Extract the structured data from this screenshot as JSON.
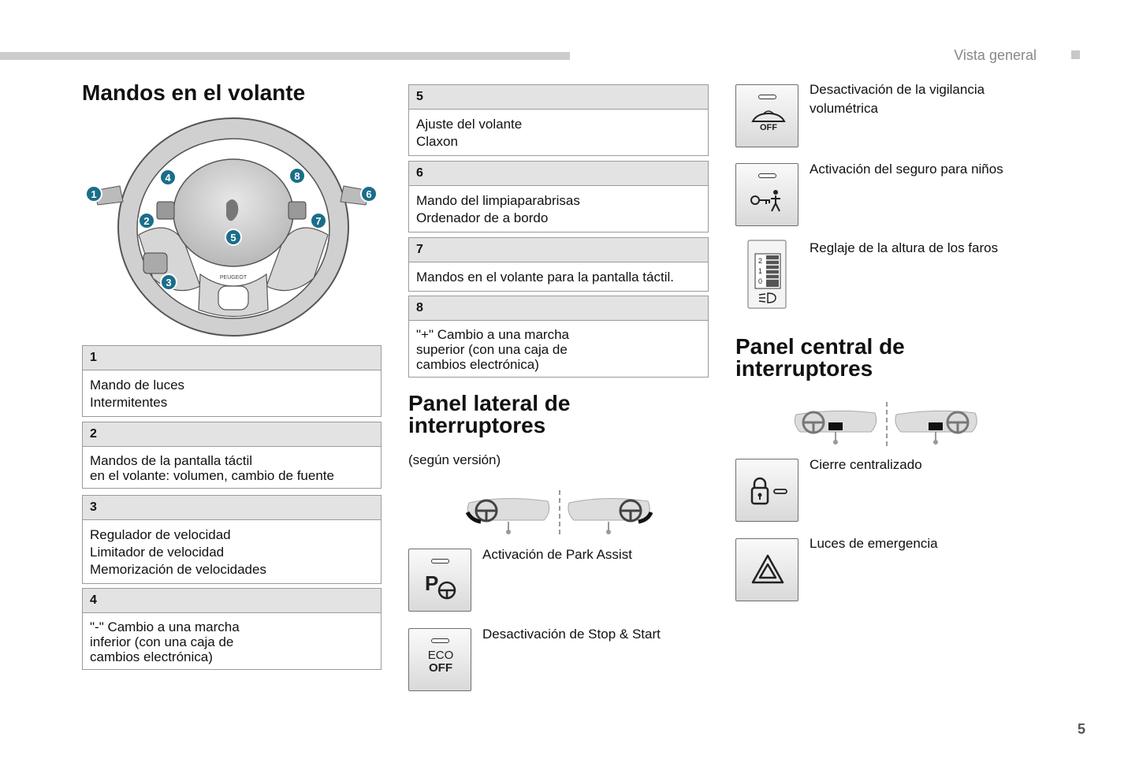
{
  "header": {
    "section": "Vista general",
    "page_number": "5"
  },
  "steering": {
    "title": "Mandos en el volante",
    "callouts": [
      "1",
      "2",
      "3",
      "4",
      "5",
      "6",
      "7",
      "8"
    ],
    "brand_text": "PEUGEOT",
    "items": [
      {
        "num": "1",
        "lines": [
          "Mando de luces",
          "Intermitentes"
        ]
      },
      {
        "num": "2",
        "lines": [
          "Mandos de la pantalla táctil",
          "en el volante: volumen, cambio de fuente"
        ]
      },
      {
        "num": "3",
        "lines": [
          "Regulador de velocidad",
          "Limitador de velocidad",
          "Memorización de velocidades"
        ]
      },
      {
        "num": "4",
        "lines_html": [
          "\"<b>-</b>\" Cambio a una marcha",
          "inferior (con una caja de",
          "cambios electrónica)"
        ],
        "lines": [
          "\"-\" Cambio a una marcha",
          "inferior (con una caja de",
          "cambios electrónica)"
        ]
      },
      {
        "num": "5",
        "lines": [
          "Ajuste del volante",
          "Claxon"
        ]
      },
      {
        "num": "6",
        "lines": [
          "Mando del limpiaparabrisas",
          "Ordenador de a bordo"
        ]
      },
      {
        "num": "7",
        "lines": [
          "Mandos en el volante para la pantalla táctil."
        ]
      },
      {
        "num": "8",
        "lines": [
          "\"+\" Cambio a una marcha",
          "superior (con una caja de",
          "cambios electrónica)"
        ]
      }
    ]
  },
  "lateral_panel": {
    "title_line1": "Panel lateral de",
    "title_line2": "interruptores",
    "note": "(según versión)",
    "buttons": [
      {
        "icon": "park-assist-icon",
        "label": "Activación de Park Assist"
      },
      {
        "icon": "eco-off-icon",
        "label": "Desactivación de Stop & Start",
        "icon_text_1": "ECO",
        "icon_text_2": "OFF"
      }
    ]
  },
  "right_column": {
    "buttons": [
      {
        "icon": "alarm-off-icon",
        "label_1": "Desactivación de la vigilancia",
        "label_2": "volumétrica",
        "icon_text": "OFF"
      },
      {
        "icon": "child-lock-icon",
        "label": "Activación del seguro para niños"
      },
      {
        "icon": "headlamp-leveling-icon",
        "label": "Reglaje de la altura de los faros",
        "icon_digits": [
          "2",
          "1",
          "0"
        ]
      }
    ]
  },
  "central_panel": {
    "title_line1": "Panel central de",
    "title_line2": "interruptores",
    "buttons": [
      {
        "icon": "padlock-icon",
        "label": "Cierre centralizado"
      },
      {
        "icon": "hazard-triangle-icon",
        "label": "Luces de emergencia"
      }
    ]
  },
  "colors": {
    "callout": "#1a6e8a",
    "header_cell": "#e3e3e3",
    "topbar": "#cccccc"
  }
}
